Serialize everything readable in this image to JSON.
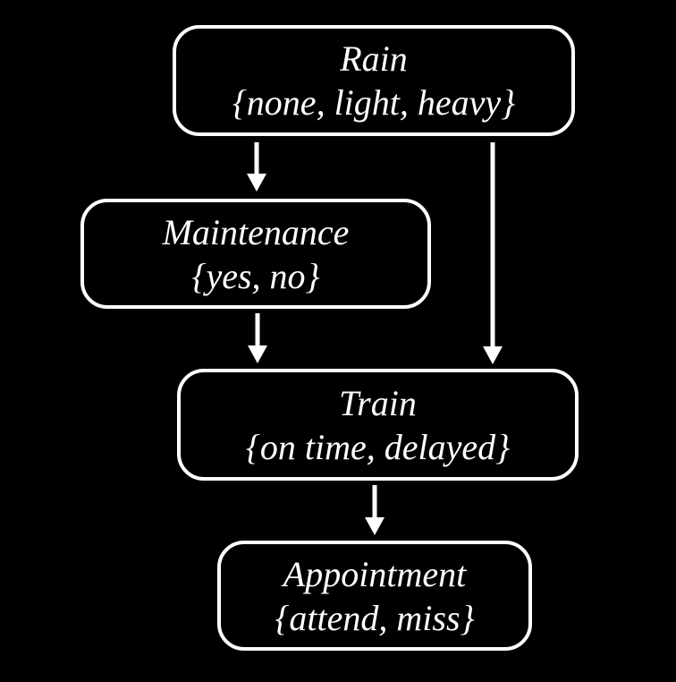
{
  "diagram": {
    "title": "bayesian-network",
    "background_color": "#000000",
    "node_border_color": "#ffffff",
    "text_color": "#ffffff",
    "arrow_color": "#ffffff",
    "nodes": [
      {
        "id": "rain",
        "label": "Rain",
        "domain": "{none, light, heavy}"
      },
      {
        "id": "maintenance",
        "label": "Maintenance",
        "domain": "{yes, no}"
      },
      {
        "id": "train",
        "label": "Train",
        "domain": "{on time, delayed}"
      },
      {
        "id": "appointment",
        "label": "Appointment",
        "domain": "{attend, miss}"
      }
    ],
    "edges": [
      {
        "from": "rain",
        "to": "maintenance"
      },
      {
        "from": "rain",
        "to": "train"
      },
      {
        "from": "maintenance",
        "to": "train"
      },
      {
        "from": "train",
        "to": "appointment"
      }
    ]
  }
}
